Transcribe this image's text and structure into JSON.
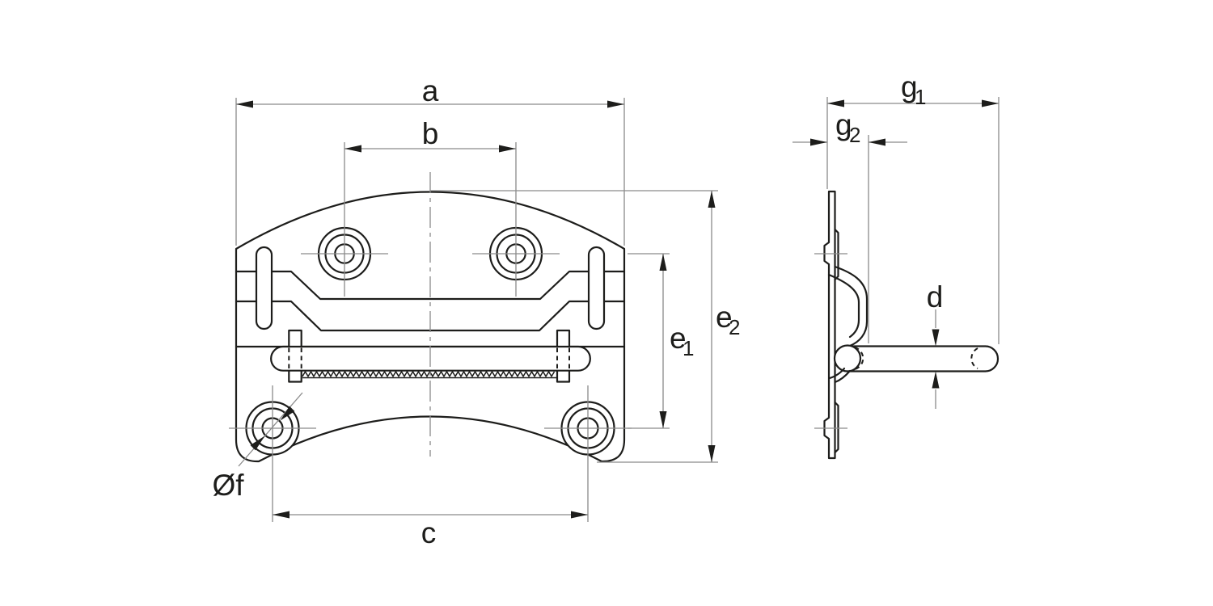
{
  "drawing": {
    "type": "technical-dimension-drawing",
    "background": "#ffffff",
    "colors": {
      "outline": "#1d1d1b",
      "thin_lines": "#8a8a8a",
      "text": "#1d1d1b"
    },
    "labels": {
      "a": "a",
      "b": "b",
      "c": "c",
      "d": "d",
      "e1_base": "e",
      "e1_sub": "1",
      "e2_base": "e",
      "e2_sub": "2",
      "f": "Øf",
      "g1_base": "g",
      "g1_sub": "1",
      "g2_base": "g",
      "g2_sub": "2"
    }
  }
}
